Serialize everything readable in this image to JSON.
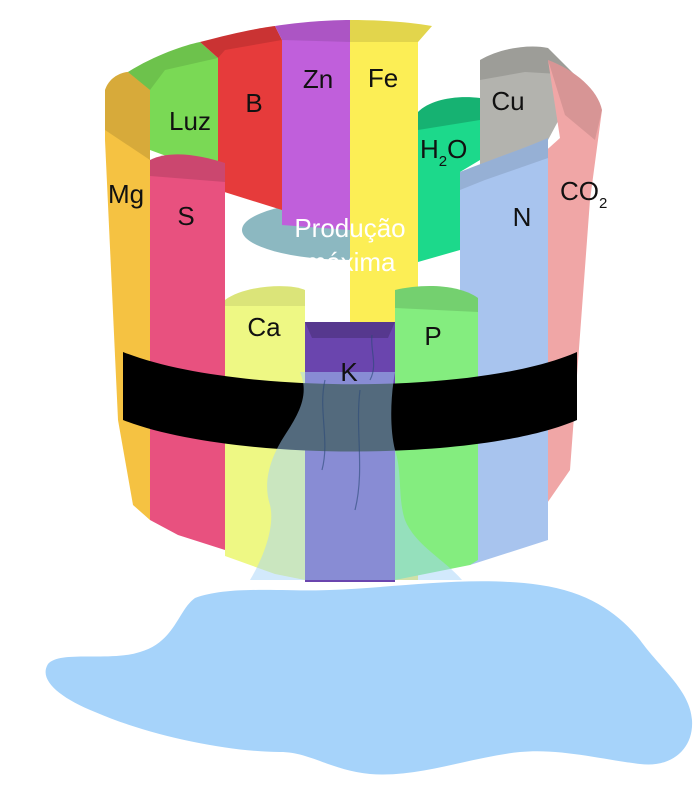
{
  "diagram": {
    "center_line1": "Produção",
    "center_line2": "máxima",
    "staves": {
      "mg": {
        "label": "Mg",
        "color": "#F5C242"
      },
      "luz": {
        "label": "Luz",
        "color": "#7AD955"
      },
      "b": {
        "label": "B",
        "color": "#E63B3B"
      },
      "zn": {
        "label": "Zn",
        "color": "#C05FDB"
      },
      "fe": {
        "label": "Fe",
        "color": "#FCEE55"
      },
      "h2o": {
        "label_main": "H",
        "label_sub": "2",
        "label_end": "O",
        "color": "#1CD98B"
      },
      "cu": {
        "label": "Cu",
        "color": "#B3B3AE"
      },
      "co2": {
        "label_main": "CO",
        "label_sub": "2",
        "color": "#F0A6A6"
      },
      "s": {
        "label": "S",
        "color": "#E8517F"
      },
      "ca": {
        "label": "Ca",
        "color": "#EEF884"
      },
      "k": {
        "label": "K",
        "color": "#6A45AE"
      },
      "p": {
        "label": "P",
        "color": "#84ED7F"
      },
      "n": {
        "label": "N",
        "color": "#A8C4EE"
      }
    },
    "band_color": "#000000",
    "water_color": "#A6D3FA"
  }
}
